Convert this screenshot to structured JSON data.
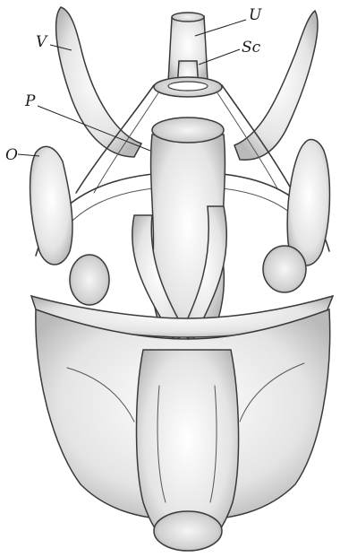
{
  "labels": {
    "u": "U",
    "sc": "Sc",
    "v": "V",
    "p": "P",
    "o": "O"
  }
}
